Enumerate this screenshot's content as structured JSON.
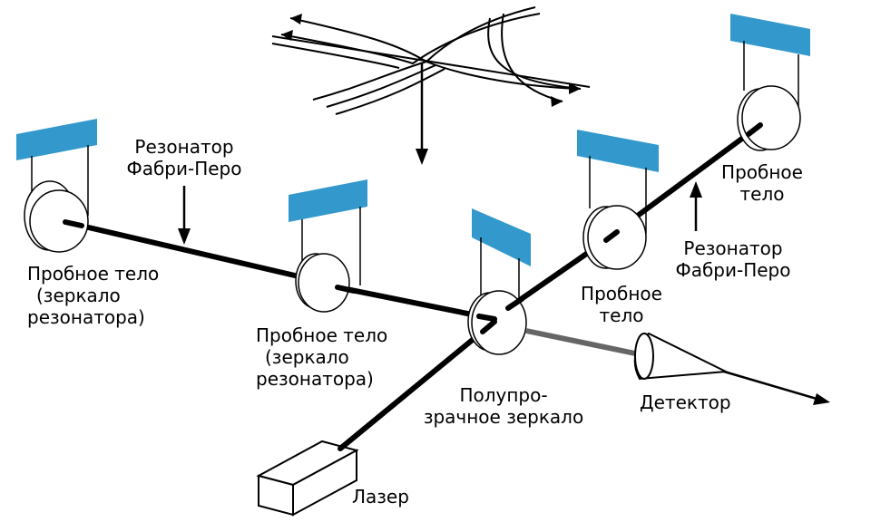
{
  "colors": {
    "stroke": "#000000",
    "beam": "#000000",
    "output_beam": "#666666",
    "suspension_bar": "#3399cc",
    "background": "#ffffff"
  },
  "labels": {
    "resonator_left": [
      "Резонатор",
      "Фабри-Перо"
    ],
    "resonator_right": [
      "Резонатор",
      "Фабри-Перо"
    ],
    "test_mass_far_left": [
      "Пробное тело",
      "(зеркало",
      "резонатора)"
    ],
    "test_mass_inner_left": [
      "Пробное тело",
      "(зеркало",
      "резонатора)"
    ],
    "test_mass_inner_right": [
      "Пробное",
      "тело"
    ],
    "test_mass_far_right": [
      "Пробное",
      "тело"
    ],
    "beam_splitter": [
      "Полупро-",
      "зрачное зеркало"
    ],
    "detector": "Детектор",
    "laser": "Лазер"
  },
  "icons": {
    "gravitational_wave": "gravitational-wave-icon",
    "laser": "laser-box-icon",
    "detector": "detector-cone-icon"
  }
}
